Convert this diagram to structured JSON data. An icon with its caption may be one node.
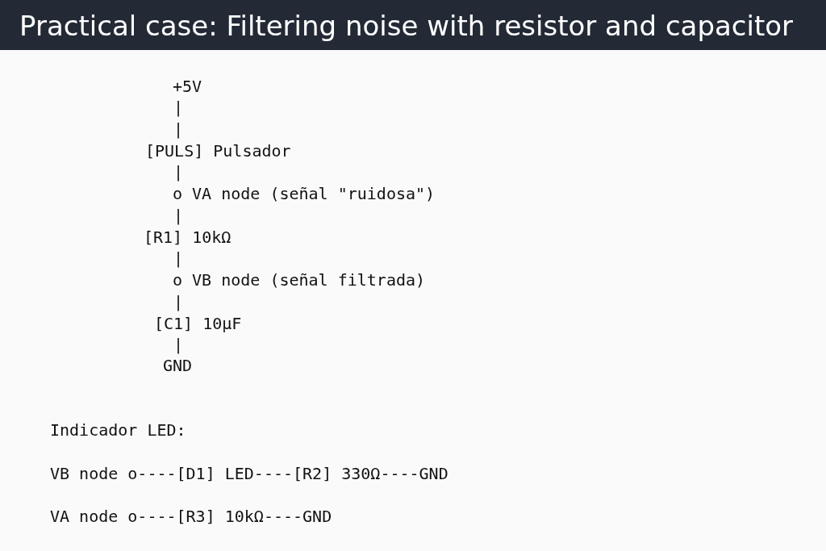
{
  "diagram": {
    "title": "Practical case: Filtering noise with resistor and capacitor",
    "labels": [
      "+5V",
      "|",
      "|",
      "[PULS] Pulsador",
      "|",
      "o VA node (señal \"ruidosa\")",
      "|",
      "[R1] 10kΩ",
      "|",
      "o VB node (señal filtrada)",
      "|",
      "[C1] 10µF",
      "|",
      "GND",
      "Indicador LED:",
      "VB node o----[D1] LED----[R2] 330Ω----GND",
      "VA node o----[R3] 10kΩ----GND"
    ]
  }
}
